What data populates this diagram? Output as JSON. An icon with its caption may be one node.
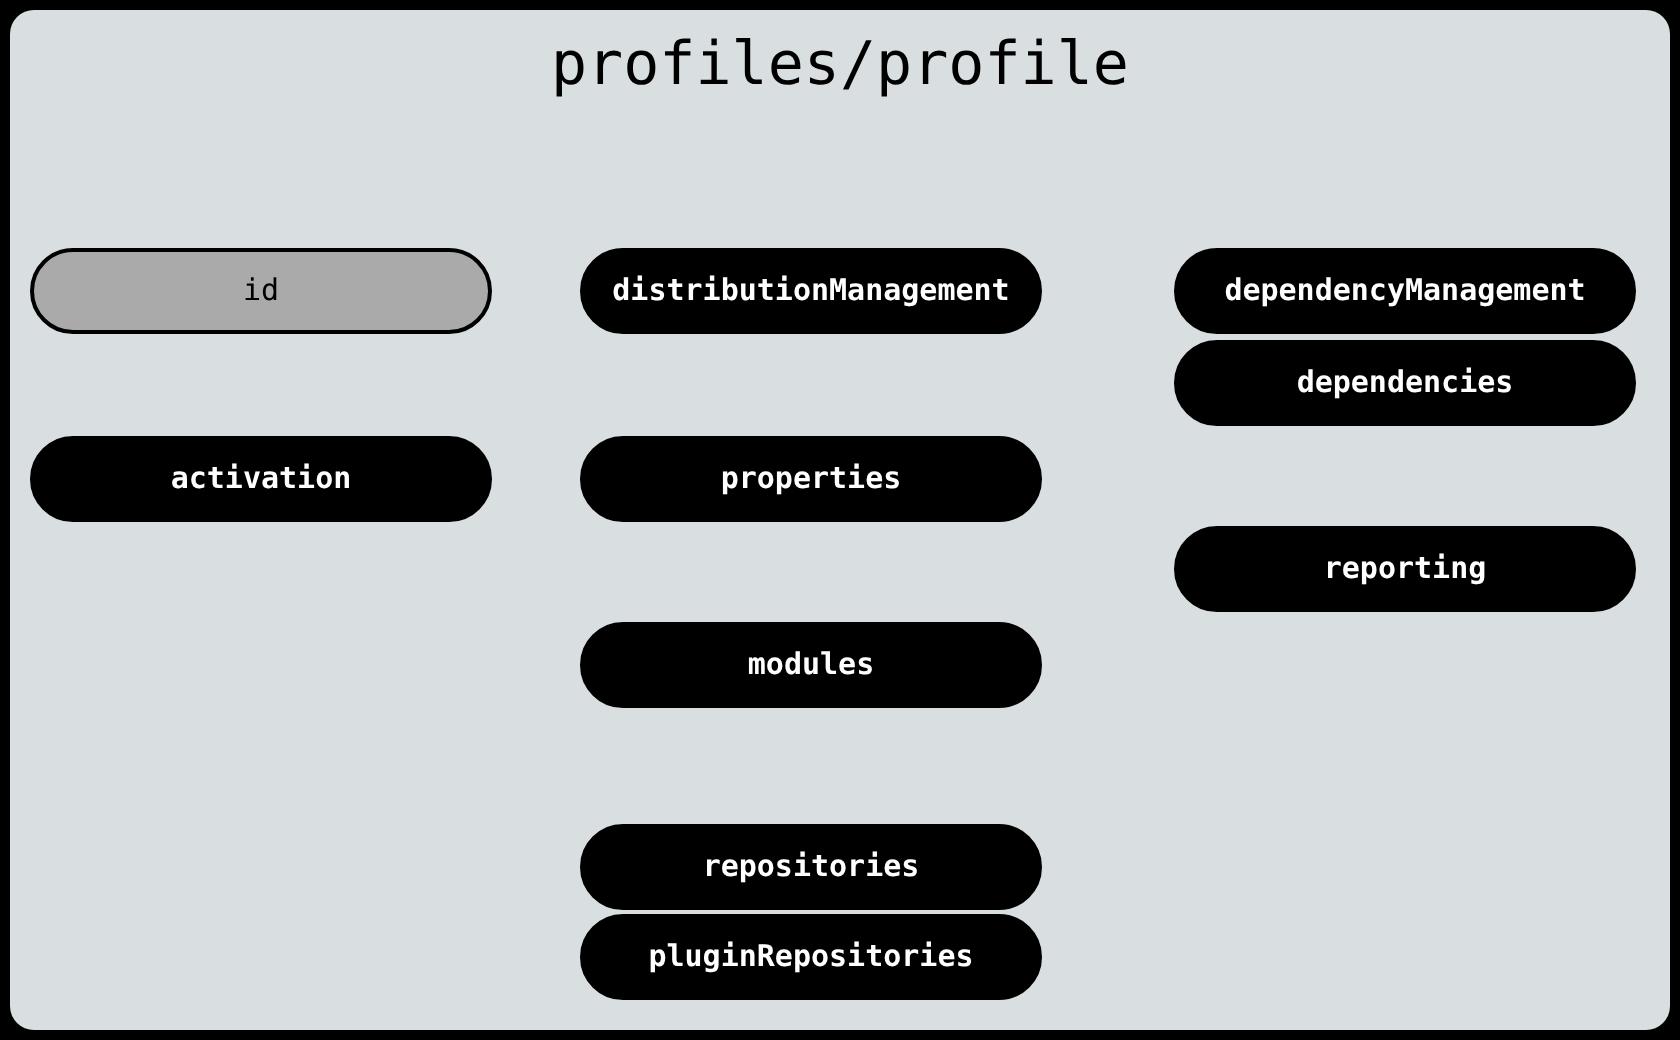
{
  "diagram": {
    "nodes": [
      {
        "text": [
          "profiles/profile"
        ]
      },
      {
        "text": [
          "id"
        ],
        "in": 0
      },
      {
        "text": [
          "activation"
        ],
        "in": 0
      },
      {
        "text": [
          "distributionManagement"
        ],
        "in": 0
      },
      {
        "text": [
          "properties"
        ],
        "in": 0
      },
      {
        "text": [
          "modules"
        ],
        "in": 0
      },
      {
        "text": [
          "repositories"
        ],
        "in": 0
      },
      {
        "text": [
          "pluginRepositories"
        ],
        "in": 0
      },
      {
        "text": [
          "dependencyManagement"
        ],
        "in": 0
      },
      {
        "text": [
          "dependencies"
        ],
        "in": 0
      },
      {
        "text": [
          "reporting"
        ],
        "in": 0
      }
    ]
  }
}
